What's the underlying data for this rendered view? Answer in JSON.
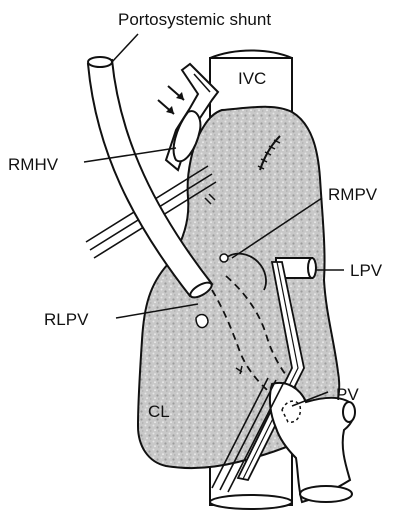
{
  "diagram": {
    "labels": {
      "portosystemic_shunt": "Portosystemic shunt",
      "ivc": "IVC",
      "rmhv": "RMHV",
      "rmpv": "RMPV",
      "lpv": "LPV",
      "rlpv": "RLPV",
      "cl": "CL",
      "pv": "PV"
    },
    "colors": {
      "liver_fill": "#c9c9c9",
      "outline": "#111111",
      "background": "#ffffff"
    }
  }
}
